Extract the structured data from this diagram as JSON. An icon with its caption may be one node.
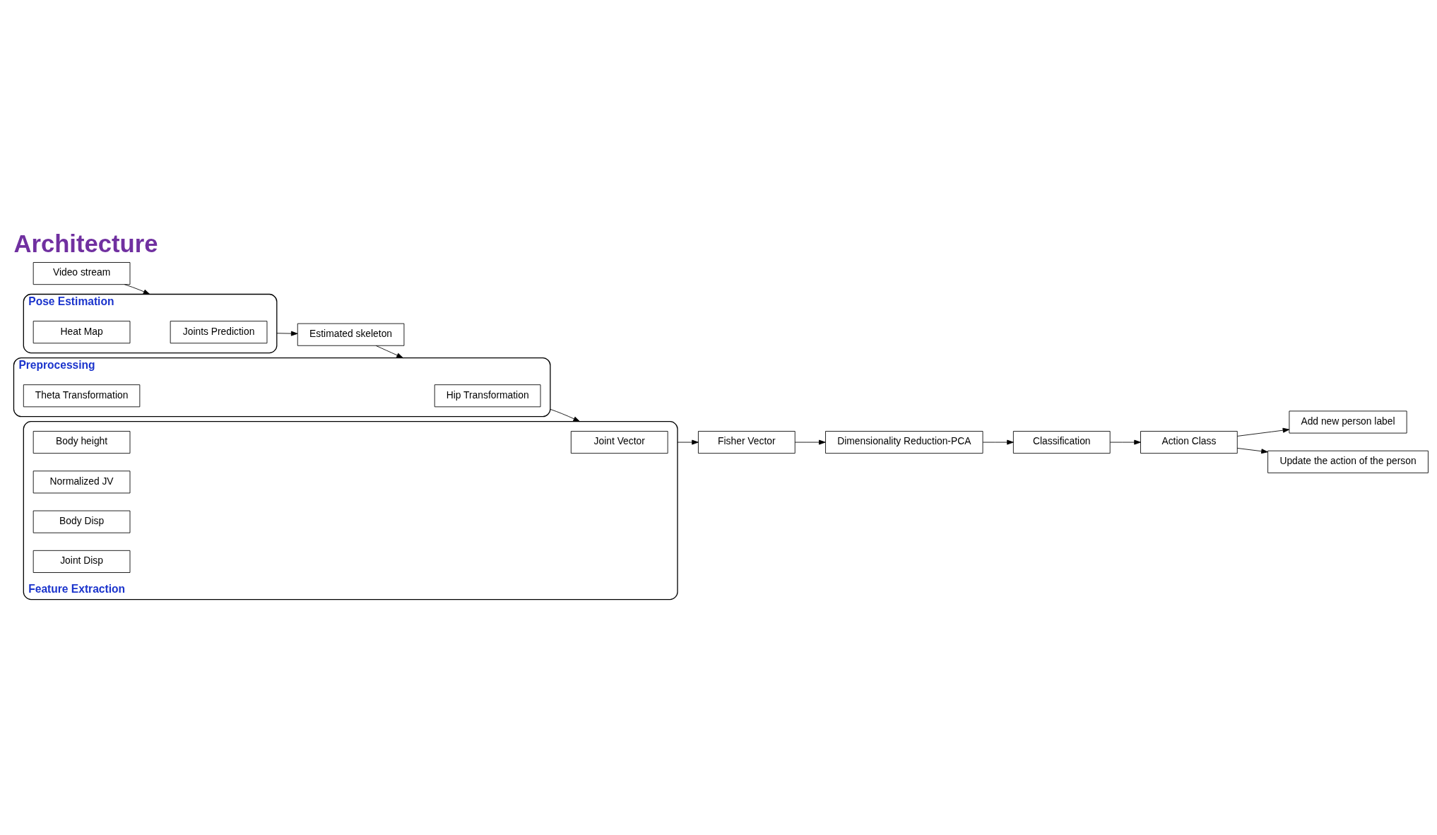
{
  "diagram": {
    "title": "Architecture",
    "nodes": [
      {
        "text": [
          "Video stream"
        ]
      },
      {
        "text": [
          "Pose Estimation"
        ]
      },
      {
        "text": [
          "Joints Prediction"
        ],
        "in": 1
      },
      {
        "text": [
          "Heat Map"
        ],
        "in": 1
      },
      {
        "text": [
          "Estimated skeleton"
        ]
      },
      {
        "text": [
          "Preprocessing"
        ]
      },
      {
        "text": [
          "Hip Transformation"
        ],
        "in": 5
      },
      {
        "text": [
          "Theta Transformation"
        ],
        "in": 5
      },
      {
        "text": [
          "Feature Extraction"
        ]
      },
      {
        "text": [
          "Joint Vector"
        ],
        "in": 8
      },
      {
        "text": [
          "Body height"
        ],
        "in": 8
      },
      {
        "text": [
          "Normalized JV"
        ],
        "in": 8
      },
      {
        "text": [
          "Body Disp"
        ],
        "in": 8
      },
      {
        "text": [
          "Joint Disp"
        ],
        "in": 8
      },
      {
        "text": [
          "Fisher Vector"
        ]
      },
      {
        "text": [
          "Dimensionality Reduction-PCA"
        ]
      },
      {
        "text": [
          "Classification"
        ]
      },
      {
        "text": [
          "Action Class"
        ]
      },
      {
        "text": [
          "Add new person label"
        ]
      },
      {
        "text": [
          "Update the action of the person"
        ]
      }
    ],
    "edges": [
      {
        "from": 0,
        "to": 1,
        "arrow": "to"
      },
      {
        "from": 1,
        "to": 4,
        "arrow": "to"
      },
      {
        "from": 4,
        "to": 5,
        "arrow": "to"
      },
      {
        "from": 5,
        "to": 8,
        "arrow": "to"
      },
      {
        "from": 8,
        "to": 14,
        "arrow": "to"
      },
      {
        "from": 14,
        "to": 15,
        "arrow": "to"
      },
      {
        "from": 15,
        "to": 16,
        "arrow": "to"
      },
      {
        "from": 16,
        "to": 17,
        "arrow": "to"
      },
      {
        "from": 17,
        "to": 18,
        "arrow": "to"
      },
      {
        "from": 17,
        "to": 19,
        "arrow": "to"
      }
    ]
  }
}
